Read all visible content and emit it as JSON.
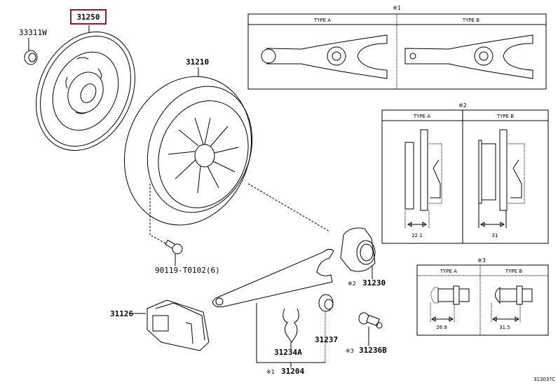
{
  "diagram": {
    "highlight_color": "#8b1a3a",
    "diagram_id": "31303?C",
    "callouts": [
      {
        "id": "31250",
        "part": "clutch-disc",
        "highlighted": true
      },
      {
        "id": "33311W",
        "part": "pilot-bearing"
      },
      {
        "id": "31210",
        "part": "clutch-cover"
      },
      {
        "id": "90119-T0102(6)",
        "part": "bolt"
      },
      {
        "id": "31126",
        "part": "release-fork-boot"
      },
      {
        "id": "31234A",
        "part": "fork-clip"
      },
      {
        "id": "31237",
        "part": "pivot-seat"
      },
      {
        "id": "31230",
        "part": "release-bearing",
        "note": "※2"
      },
      {
        "id": "31236B",
        "part": "pivot-stud",
        "note": "※3"
      },
      {
        "id": "31204",
        "part": "release-fork",
        "note": "※1"
      }
    ],
    "inset1": {
      "note": "※1",
      "type_a": "TYPE A",
      "type_b": "TYPE B"
    },
    "inset2": {
      "note": "※2",
      "type_a": "TYPE A",
      "type_b": "TYPE B",
      "dim_a": "22.1",
      "dim_b": "31"
    },
    "inset3": {
      "note": "※3",
      "type_a": "TYPE A",
      "type_b": "TYPE B",
      "dim_a": "26.9",
      "dim_b": "31.5"
    }
  }
}
